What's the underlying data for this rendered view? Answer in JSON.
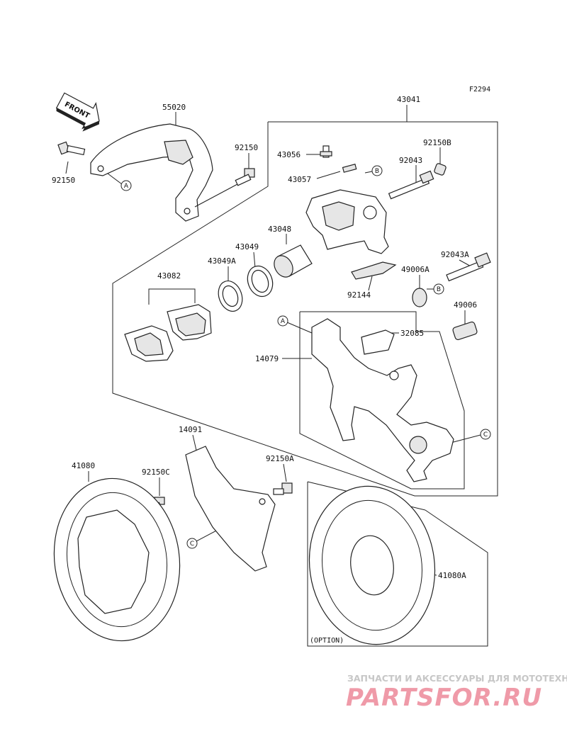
{
  "figure_code": "F2294",
  "front_label": "FRONT",
  "option_label": "(OPTION)",
  "part_numbers": {
    "p55020": "55020",
    "p43041": "43041",
    "p92150_left": "92150",
    "p92150_right": "92150",
    "p43056": "43056",
    "p43057": "43057",
    "p92150B": "92150B",
    "p92043": "92043",
    "p43048": "43048",
    "p43049": "43049",
    "p43049A": "43049A",
    "p43082": "43082",
    "p92043A": "92043A",
    "p49006A": "49006A",
    "p92144": "92144",
    "p49006": "49006",
    "p32085": "32085",
    "p14079": "14079",
    "p14091": "14091",
    "p41080": "41080",
    "p92150C": "92150C",
    "p92150A": "92150A",
    "p41080A": "41080A"
  },
  "reference_markers": {
    "A": "A",
    "B": "B",
    "C": "C"
  },
  "watermark": {
    "tagline": "ЗАПЧАСТИ И АКСЕССУАРЫ ДЛЯ МОТОТЕХНИКИ",
    "logo": "PARTSFOR.RU",
    "logo_color": "#ef9aa8"
  }
}
